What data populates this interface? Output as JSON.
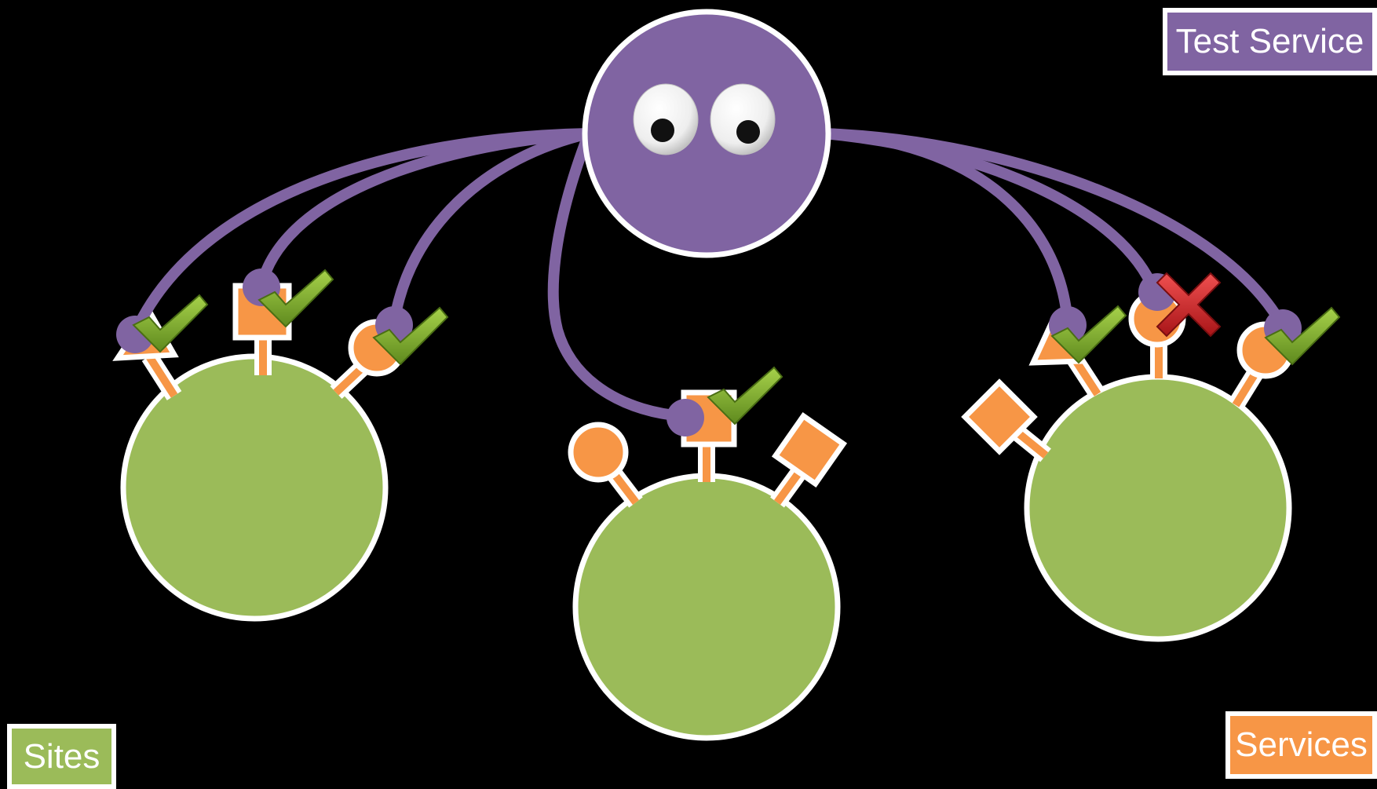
{
  "colors": {
    "background": "#000000",
    "test_service": "#8064a2",
    "site": "#9bbb59",
    "service": "#f79646",
    "outline": "#ffffff",
    "check": "#8ab833",
    "cross": "#d9262b"
  },
  "legend": {
    "test_service": "Test Service",
    "sites": "Sites",
    "services": "Services"
  },
  "sites": [
    {
      "id": "site-left",
      "services": [
        {
          "shape": "triangle",
          "connected": true,
          "status": "pass"
        },
        {
          "shape": "square",
          "connected": true,
          "status": "pass"
        },
        {
          "shape": "circle",
          "connected": true,
          "status": "pass"
        }
      ]
    },
    {
      "id": "site-middle",
      "services": [
        {
          "shape": "circle",
          "connected": false,
          "status": "none"
        },
        {
          "shape": "square",
          "connected": true,
          "status": "pass"
        },
        {
          "shape": "diamond",
          "connected": false,
          "status": "none"
        }
      ]
    },
    {
      "id": "site-right",
      "services": [
        {
          "shape": "diamond",
          "connected": false,
          "status": "none"
        },
        {
          "shape": "triangle",
          "connected": true,
          "status": "pass"
        },
        {
          "shape": "circle",
          "connected": true,
          "status": "fail"
        },
        {
          "shape": "circle",
          "connected": true,
          "status": "pass"
        }
      ]
    }
  ],
  "icons": {
    "pass": "checkmark-icon",
    "fail": "cross-icon",
    "eyes": "googly-eyes-icon"
  }
}
